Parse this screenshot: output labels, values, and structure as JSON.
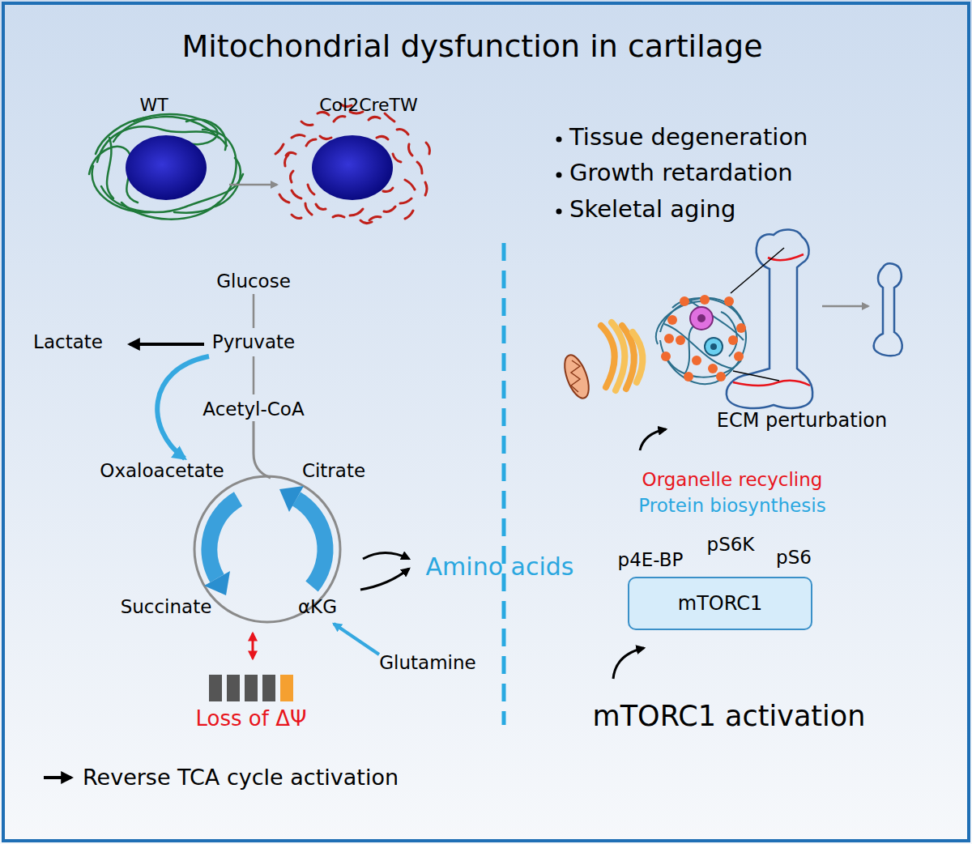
{
  "diagram": {
    "title": "Mitochondrial dysfunction in cartilage",
    "nodes": [
      {
        "text": [
          "mTORC1"
        ]
      }
    ],
    "labels": [
      "WT",
      "Col2CreTW",
      "Tissue degeneration",
      "Growth retardation",
      "Skeletal aging",
      "Glucose",
      "Lactate",
      "Pyruvate",
      "Acetyl-CoA",
      "Oxaloacetate",
      "Citrate",
      "Amino acids",
      "p4E-BP",
      "pS6K",
      "pS6",
      "Succinate",
      "αKG",
      "Glutamine",
      "Loss of ΔΨ",
      "ECM perturbation",
      "Organelle recycling",
      "Protein biosynthesis",
      "mTORC1 activation"
    ],
    "legend": [
      {
        "text": "Reverse TCA cycle activation"
      }
    ]
  }
}
